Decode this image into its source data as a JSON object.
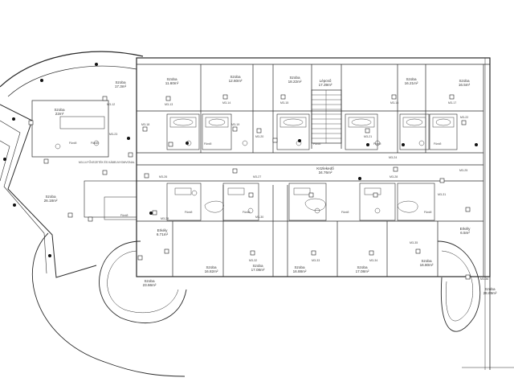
{
  "rooms": [
    {
      "id": "r-top-1",
      "name": "Szoba",
      "area": "11.60m²"
    },
    {
      "id": "r-top-2",
      "name": "Szoba",
      "area": "12.60m²"
    },
    {
      "id": "r-top-3",
      "name": "Szoba",
      "area": "18.22m²"
    },
    {
      "id": "r-stair",
      "name": "Lépcső",
      "area": "17.39m²"
    },
    {
      "id": "r-top-4",
      "name": "Szoba",
      "area": "16.21m²"
    },
    {
      "id": "r-top-5",
      "name": "Szoba",
      "area": "16.5m²"
    },
    {
      "id": "r-left-top",
      "name": "Szoba",
      "area": "17.3m²"
    },
    {
      "id": "r-left-small",
      "name": "Szoba",
      "area": "22m²"
    },
    {
      "id": "r-left-big",
      "name": "Szoba",
      "area": "26.18m²"
    },
    {
      "id": "r-corridor",
      "name": "Közlekedő",
      "area": "34.76m²"
    },
    {
      "id": "r-bot-1",
      "name": "Szoba",
      "area": "16.82m²"
    },
    {
      "id": "r-bot-2",
      "name": "Szoba",
      "area": "17.08m²"
    },
    {
      "id": "r-bot-3",
      "name": "Szoba",
      "area": "16.88m²"
    },
    {
      "id": "r-bot-4",
      "name": "Szoba",
      "area": "17.08m²"
    },
    {
      "id": "r-bot-5",
      "name": "Szoba",
      "area": "16.80m²"
    },
    {
      "id": "r-round-left",
      "name": "Szoba",
      "area": "23.66m²"
    },
    {
      "id": "r-round-right",
      "name": "Szoba",
      "area": "28.69m²"
    },
    {
      "id": "r-erkely-l",
      "name": "Erkély",
      "area": "6.71m²"
    },
    {
      "id": "r-erkely-r",
      "name": "Erkély",
      "area": "6.5m²"
    }
  ],
  "bath_label": "Fürdő",
  "tags": [
    "M3-12",
    "M3-13",
    "M3-14",
    "M3-15",
    "M3-16",
    "M3-17",
    "M3-18",
    "M3-19",
    "M3-20",
    "M3-21",
    "M3-22",
    "M3-23",
    "M3-24",
    "M3-25",
    "M3-26",
    "M3-27",
    "M3-28",
    "M3-29",
    "M3-30",
    "M3-31",
    "M3-32",
    "M3-33",
    "M3-34",
    "M3-35",
    "M3-36"
  ],
  "note": "M3-14 FŐVEZETÉK ÉS KÁBELNYOMVONAL",
  "colors": {
    "line": "#2a2a2a",
    "wall": "#1a1a1a",
    "fixture": "#444444",
    "paper": "#ffffff"
  }
}
